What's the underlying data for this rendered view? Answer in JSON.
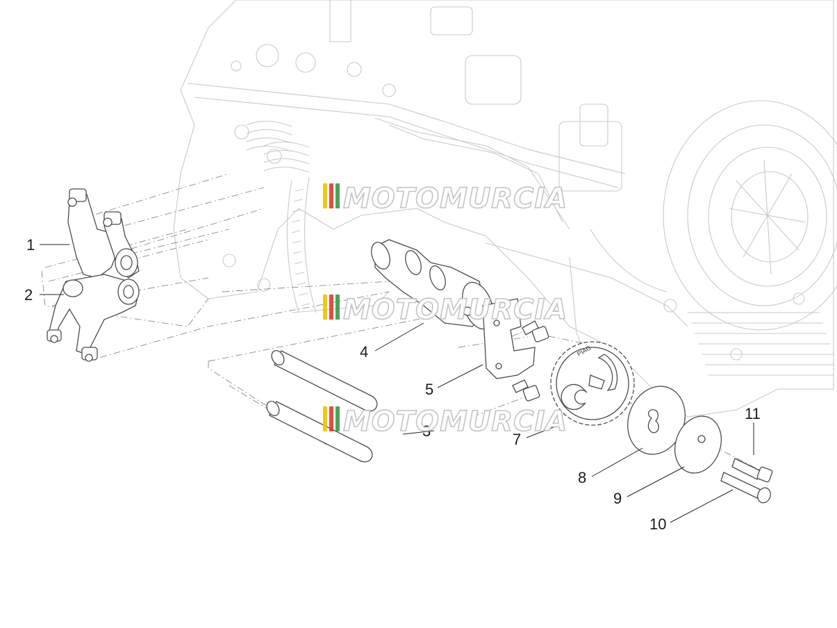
{
  "watermark": {
    "text": "MOTOMURCIA",
    "stripe_colors": [
      "#f2c200",
      "#e03a2f",
      "#3a9a4a"
    ]
  },
  "callouts": [
    {
      "id": "1",
      "label": "1"
    },
    {
      "id": "2",
      "label": "2"
    },
    {
      "id": "3",
      "label": "3"
    },
    {
      "id": "4",
      "label": "4"
    },
    {
      "id": "5",
      "label": "5"
    },
    {
      "id": "7",
      "label": "7"
    },
    {
      "id": "8",
      "label": "8"
    },
    {
      "id": "9",
      "label": "9"
    },
    {
      "id": "10",
      "label": "10"
    },
    {
      "id": "11",
      "label": "11"
    }
  ],
  "gear_marking": "PIAG"
}
